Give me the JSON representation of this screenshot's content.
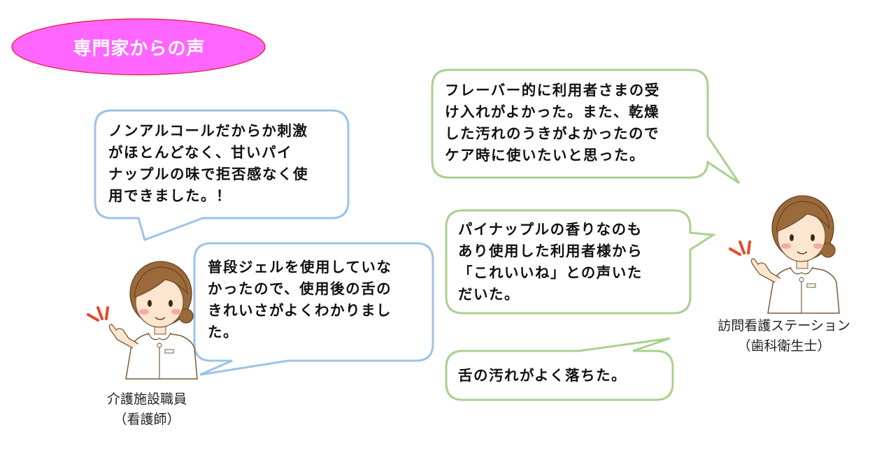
{
  "title": {
    "label": "専門家からの声",
    "fill": "#ff66ff",
    "border": "#e0182a"
  },
  "colors": {
    "left_bubble_border": "#9dc3e6",
    "right_bubble_border": "#a9d18e",
    "text": "#111111"
  },
  "speakers": [
    {
      "id": "care-facility-staff",
      "caption": "介護施設職員\n（看護師）",
      "icon": "nurse-illustration"
    },
    {
      "id": "home-nursing-station",
      "caption": "訪問看護ステーション\n（歯科衛生士）",
      "icon": "nurse-illustration"
    }
  ],
  "bubbles": [
    {
      "speaker": "care-facility-staff",
      "text": "ノンアルコールだからか刺激\nがほとんどなく、甘いパイ\nナップルの味で拒否感なく使\n用できました。！"
    },
    {
      "speaker": "care-facility-staff",
      "text": "普段ジェルを使用していな\nかったので、使用後の舌の\nきれいさがよくわかりまし\nた。"
    },
    {
      "speaker": "home-nursing-station",
      "text": "フレーバー的に利用者さまの受\nけ入れがよかった。また、乾燥\nした汚れのうきがよかったので\nケア時に使いたいと思った。"
    },
    {
      "speaker": "home-nursing-station",
      "text": "パイナップルの香りなのも\nあり使用した利用者様から\n「これいいね」との声いた\nだいた。"
    },
    {
      "speaker": "home-nursing-station",
      "text": "舌の汚れがよく落ちた。"
    }
  ]
}
